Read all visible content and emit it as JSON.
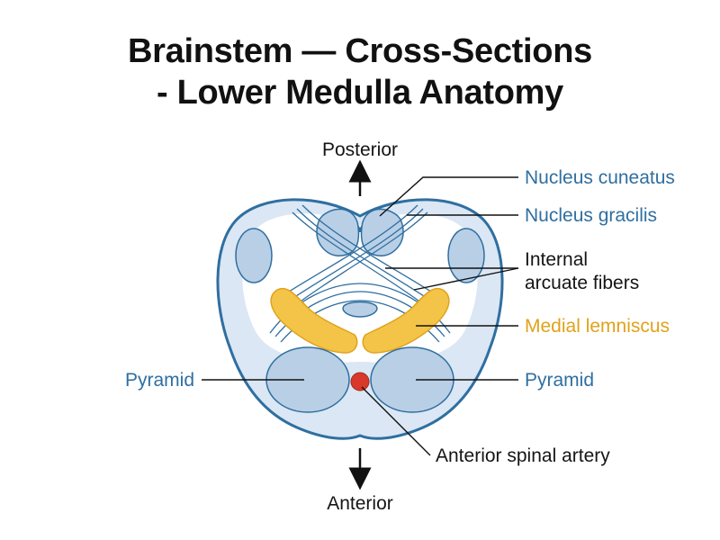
{
  "title": {
    "line1": "Brainstem — Cross-Sections",
    "line2": "- Lower Medulla Anatomy"
  },
  "orientation": {
    "posterior": "Posterior",
    "anterior": "Anterior"
  },
  "labels": {
    "nucleus_cuneatus": "Nucleus cuneatus",
    "nucleus_gracilis": "Nucleus gracilis",
    "internal_arcuate_line1": "Internal",
    "internal_arcuate_line2": "arcuate fibers",
    "medial_lemniscus": "Medial lemniscus",
    "pyramid_left": "Pyramid",
    "pyramid_right": "Pyramid",
    "anterior_spinal_artery": "Anterior spinal artery"
  },
  "colors": {
    "outline_blue": "#2f6fa0",
    "fill_light_blue": "#dbe7f4",
    "structure_blue": "#b9cfe6",
    "lemniscus_gold": "#f3c447",
    "artery_red": "#d8392b",
    "label_blue": "#2f6fa0",
    "label_gold": "#e0a21b"
  }
}
